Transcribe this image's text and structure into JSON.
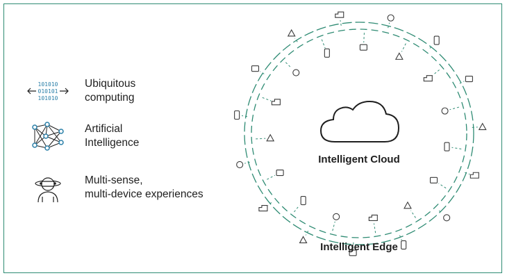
{
  "legend": [
    {
      "icon": "binary-arrows-icon",
      "line1": "Ubiquitous",
      "line2": "computing"
    },
    {
      "icon": "neural-network-icon",
      "line1": "Artificial",
      "line2": "Intelligence"
    },
    {
      "icon": "vr-headset-person-icon",
      "line1": "Multi-sense,",
      "line2": "multi-device experiences"
    }
  ],
  "diagram": {
    "center_label": "Intelligent Cloud",
    "edge_label": "Intelligent Edge",
    "binary_lines": [
      "101010",
      "010101",
      "101010"
    ],
    "node_icons": [
      "clipboard-icon",
      "heart-icon",
      "mail-icon",
      "person-frame-icon",
      "truck-icon",
      "camera-icon",
      "tower-icon",
      "laptop-icon",
      "car-icon",
      "window-icon",
      "drone-icon",
      "vr-headset-icon",
      "eye-icon",
      "ar-scan-icon",
      "battery-icon",
      "touch-icon",
      "plane-icon",
      "lightbulb-icon",
      "factory-icon",
      "robot-arm-icon",
      "gamepad-icon",
      "cart-icon",
      "document-icon",
      "translate-icon",
      "server-icon",
      "person-search-icon",
      "pen-icon",
      "phone-icon",
      "tablet-icon",
      "lock-icon"
    ],
    "colors": {
      "ring": "#2e8b73",
      "icons": "#3a3a3a",
      "frame": "#2e8b73"
    }
  }
}
